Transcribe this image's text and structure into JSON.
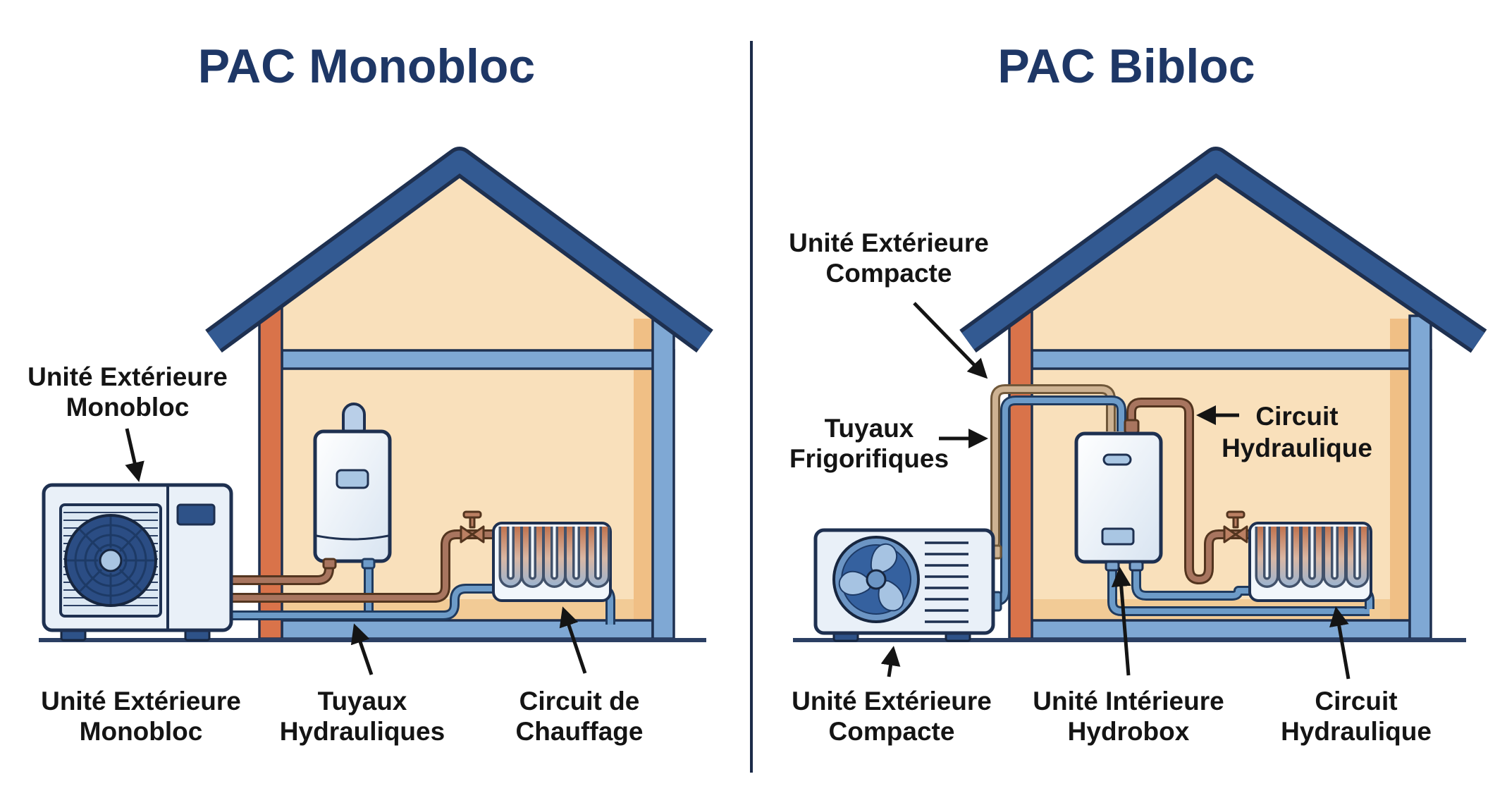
{
  "left_panel": {
    "title": "PAC Monobloc",
    "label_outdoor_top": {
      "line1": "Unité Extérieure",
      "line2": "Monobloc"
    },
    "label_outdoor_bottom": {
      "line1": "Unité Extérieure",
      "line2": "Monobloc"
    },
    "label_pipes": {
      "line1": "Tuyaux",
      "line2": "Hydrauliques"
    },
    "label_heating": {
      "line1": "Circuit de",
      "line2": "Chauffage"
    }
  },
  "right_panel": {
    "title": "PAC Bibloc",
    "label_outdoor_top": {
      "line1": "Unité Extérieure",
      "line2": "Compacte"
    },
    "label_refrigerant": {
      "line1": "Tuyaux",
      "line2": "Frigorifiques"
    },
    "label_hydraulic_top": {
      "line1": "Circuit",
      "line2": "Hydraulique"
    },
    "label_outdoor_bottom": {
      "line1": "Unité Extérieure",
      "line2": "Compacte"
    },
    "label_indoor": {
      "line1": "Unité Intérieure",
      "line2": "Hydrobox"
    },
    "label_hydraulic_bottom": {
      "line1": "Circuit",
      "line2": "Hydraulique"
    }
  },
  "colors": {
    "title_navy": "#1e3766",
    "label_black": "#141414",
    "roof_blue": "#335a92",
    "wall_peach": "#f9e0bb",
    "wall_peach_dark": "#f0bf85",
    "stud_orange": "#d9734a",
    "structure_blue": "#7fa8d4",
    "outline_navy": "#1e3050",
    "pipe_brown": "#a8755f",
    "pipe_blue": "#6d9bc8",
    "pipe_tan": "#cdb292"
  }
}
